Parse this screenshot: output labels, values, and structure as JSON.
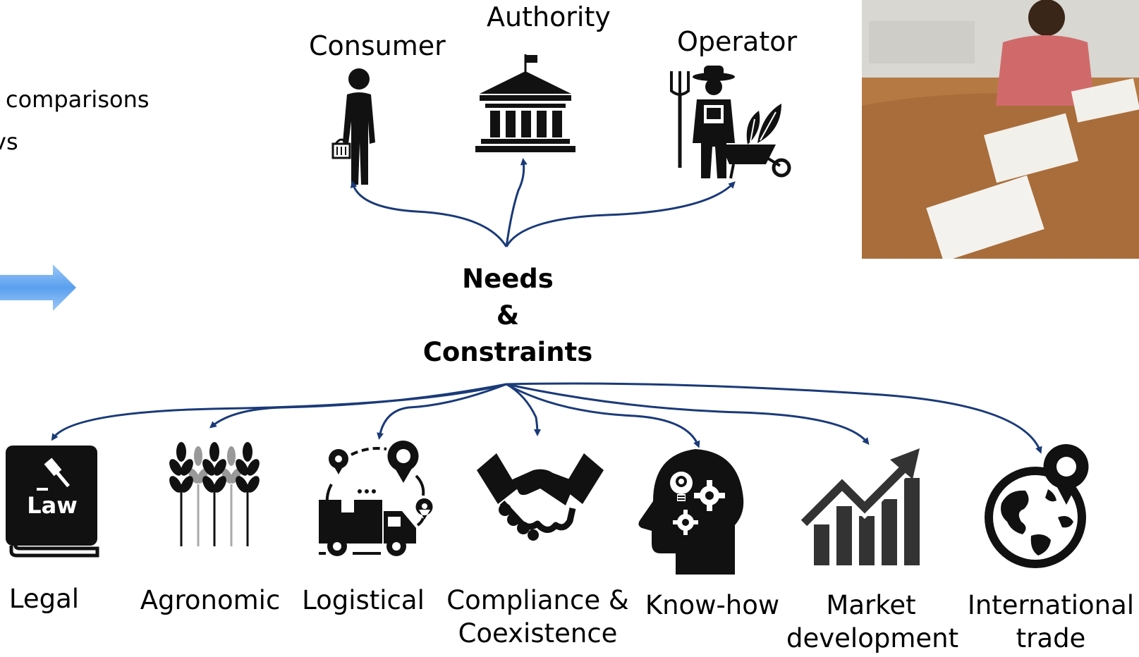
{
  "left_text": {
    "line1": "comparisons",
    "line2": "vs"
  },
  "stakeholders": {
    "consumer": "Consumer",
    "authority": "Authority",
    "operator": "Operator"
  },
  "center": {
    "needs": "Needs",
    "amp": "&",
    "constraints": "Constraints"
  },
  "categories": {
    "legal": "Legal",
    "agronomic": "Agronomic",
    "logistical": "Logistical",
    "compliance": "Compliance &\nCoexistence",
    "knowhow": "Know-how",
    "market": "Market\ndevelopment",
    "trade": "International\ntrade"
  },
  "icons": {
    "legal_book_text": "Law"
  },
  "colors": {
    "arrow": "#1a3a78",
    "block_arrow": "#5aa0ee"
  }
}
